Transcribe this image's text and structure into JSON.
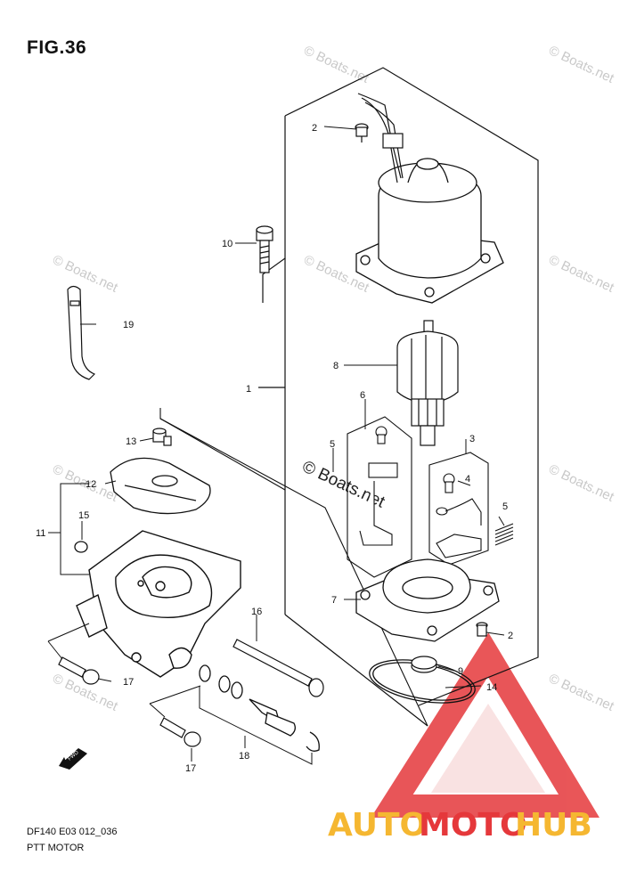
{
  "figure": {
    "title": "FIG.36",
    "code": "DF140 E03 012_036",
    "name": "PTT MOTOR"
  },
  "callouts": [
    "1",
    "2",
    "2",
    "3",
    "4",
    "5",
    "5",
    "6",
    "7",
    "8",
    "9",
    "10",
    "11",
    "12",
    "13",
    "14",
    "15",
    "16",
    "17",
    "17",
    "18",
    "19"
  ],
  "watermark": {
    "text": "© Boats.net",
    "center_text": "© Boats.net"
  },
  "brand": {
    "part1": "AUTO",
    "part2": "MOTO",
    "part3": "HUB",
    "colors": {
      "auto": "#f5b731",
      "moto": "#e5383b",
      "hub": "#f5b731",
      "triangle": "#e5383b"
    }
  },
  "fwd_label": "FWD"
}
